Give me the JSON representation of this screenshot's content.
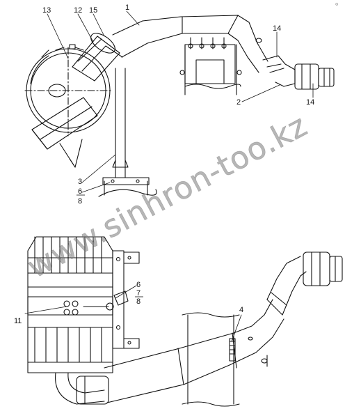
{
  "top_view": {
    "callouts": [
      "13",
      "12",
      "15",
      "1",
      "14",
      "2",
      "14",
      "3",
      "6",
      "8"
    ]
  },
  "bottom_view": {
    "callouts": [
      "6",
      "7",
      "8",
      "11",
      "4"
    ]
  },
  "watermark": "www.sinhron-too.kz",
  "corner_mark": "Ф"
}
